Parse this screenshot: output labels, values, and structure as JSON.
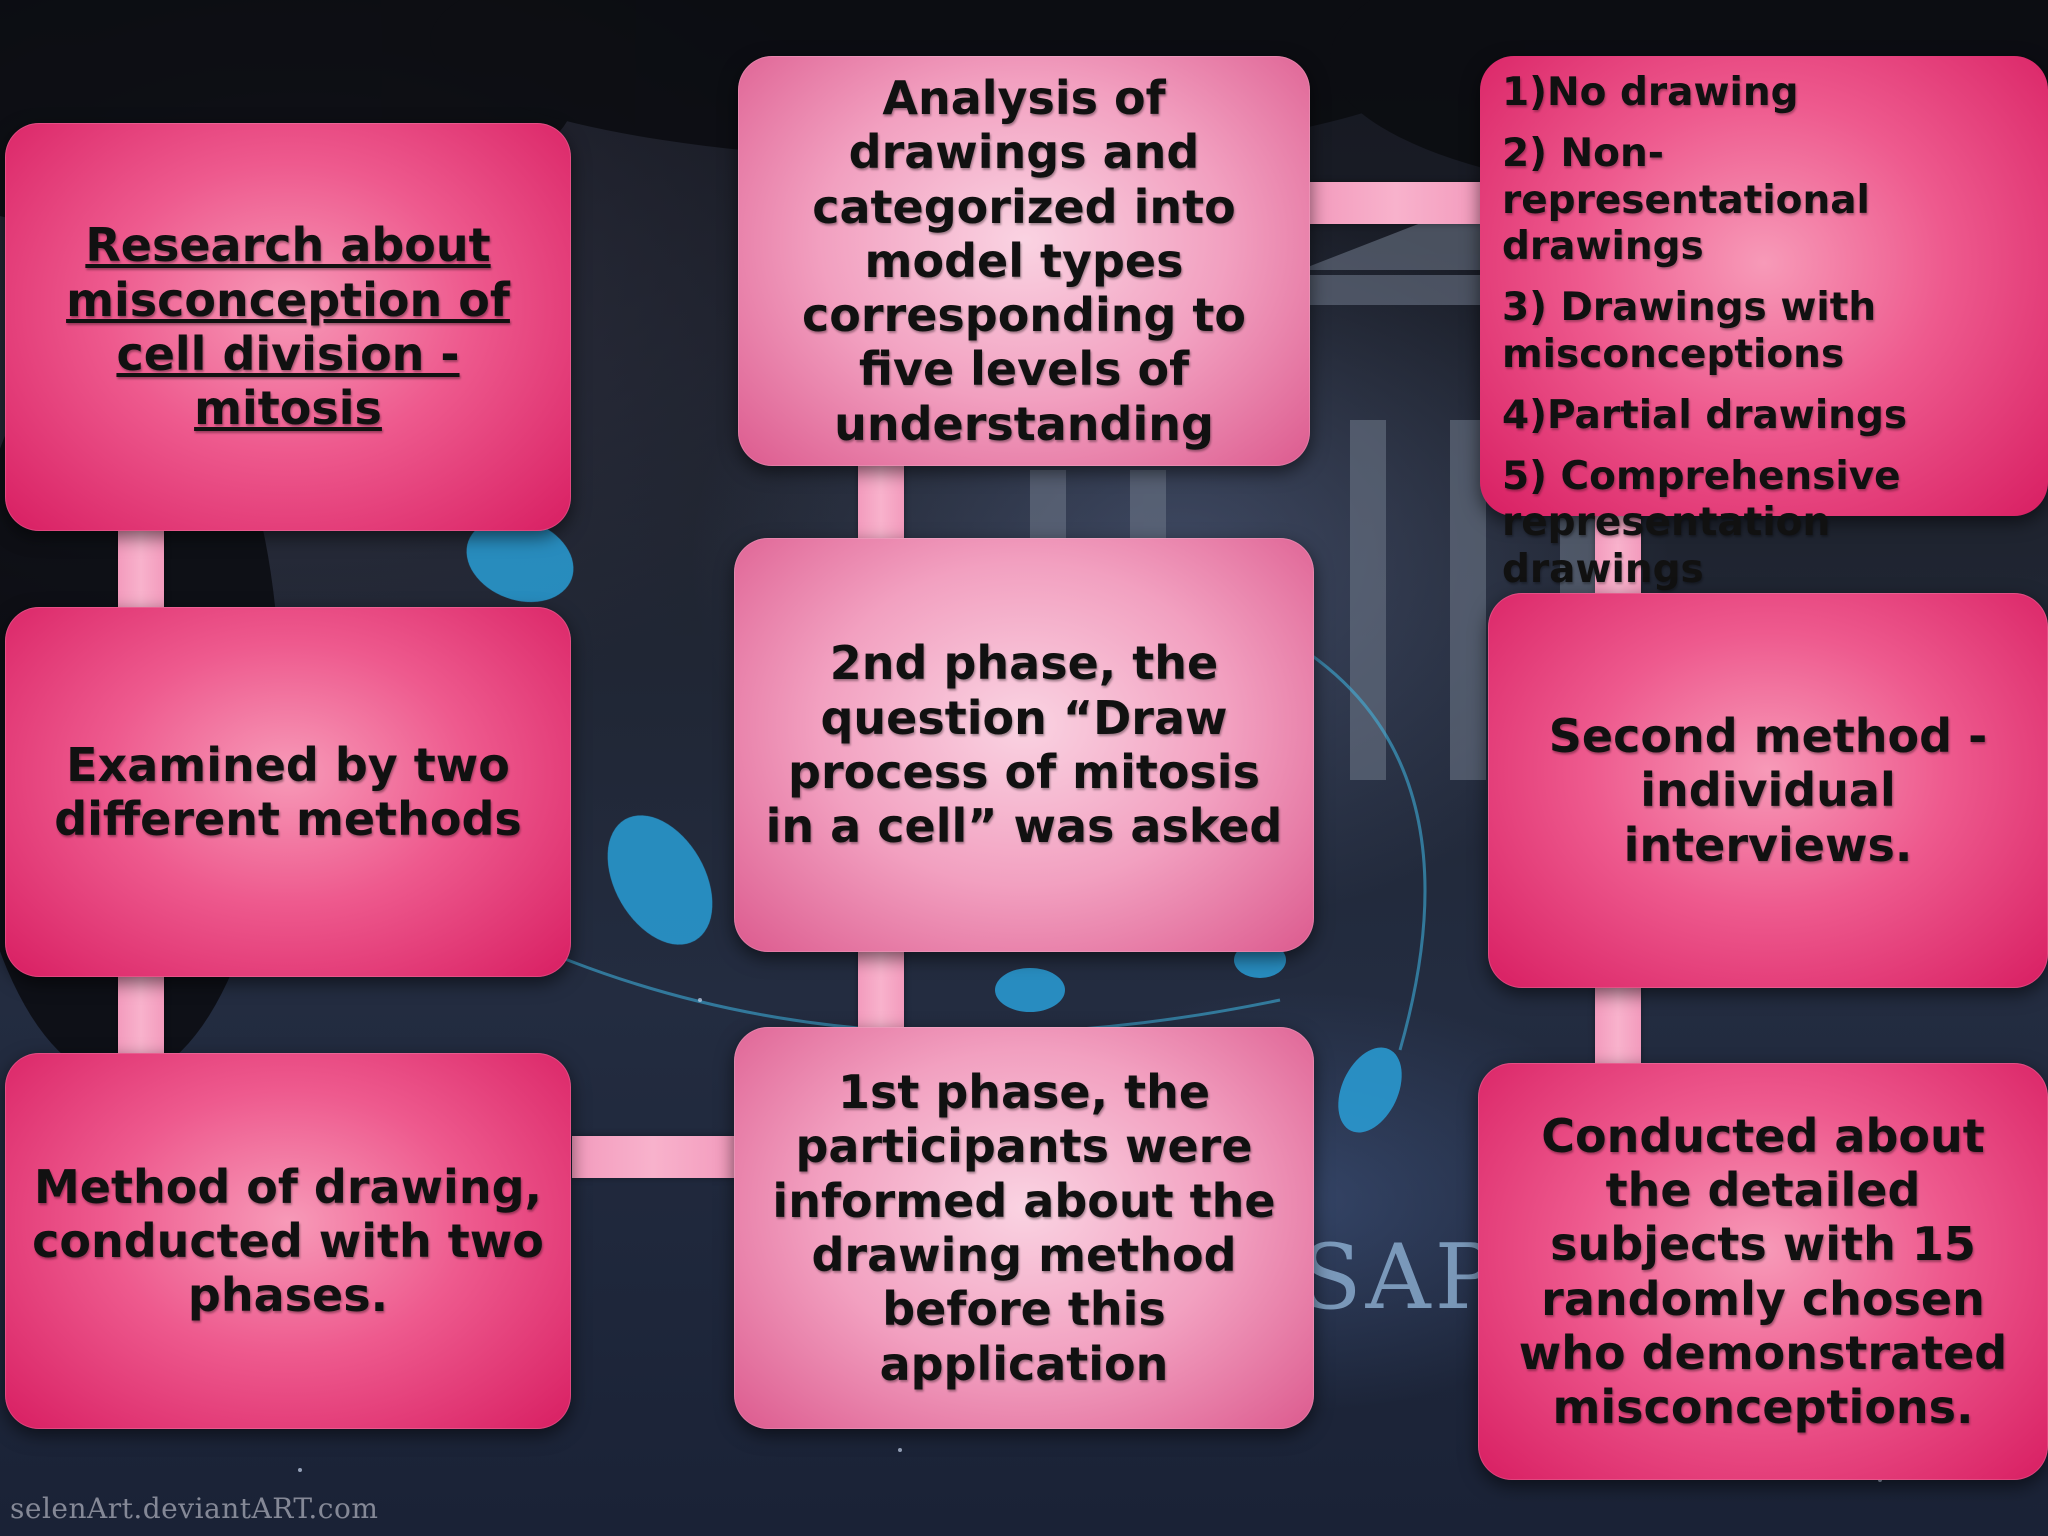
{
  "nodes": {
    "research": "Research about misconception of cell division -mitosis",
    "examined": "Examined by two different methods",
    "drawing_method": "Method of drawing, conducted with two phases.",
    "first_phase": "1st phase, the participants were informed about the drawing method before this application",
    "second_phase": "2nd phase, the question “Draw process of mitosis in a cell” was asked",
    "analysis": "Analysis of drawings and categorized into model types corresponding to five levels of understanding",
    "second_method": "Second method - individual interviews.",
    "conducted": "Conducted about the detailed subjects with 15 randomly chosen who demonstrated misconceptions."
  },
  "levels": [
    "1)No drawing",
    "2) Non-representational drawings",
    "3) Drawings with misconceptions",
    "4)Partial drawings",
    "5) Comprehensive representation drawings"
  ],
  "background": {
    "watermark": "selenArt.deviantART.com",
    "overlay_text": "SAP"
  },
  "colors": {
    "node_dark": "#e23a77",
    "node_light": "#f2a0c0",
    "connector": "#f6a9c6"
  }
}
